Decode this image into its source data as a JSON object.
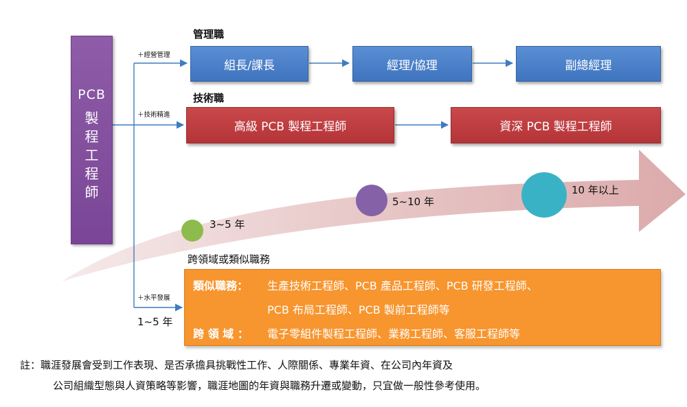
{
  "left_box": {
    "line1": "PCB",
    "line2": "製",
    "line3": "程",
    "line4": "工",
    "line5": "程",
    "line6": "師"
  },
  "management": {
    "section_title": "管理職",
    "branch_label": "＋經營管理",
    "steps": [
      "組長/課長",
      "經理/協理",
      "副總經理"
    ],
    "color": "#4a80c8"
  },
  "technical": {
    "section_title": "技術職",
    "branch_label": "＋技術精進",
    "steps": [
      "高級 PCB 製程工程師",
      "資深 PCB 製程工程師"
    ],
    "color": "#c0393c"
  },
  "experience": [
    {
      "label": "3~5 年",
      "color": "#8dbb4c"
    },
    {
      "label": "5~10 年",
      "color": "#8561a8"
    },
    {
      "label": "10 年以上",
      "color": "#3ab2c6"
    }
  ],
  "cross_domain": {
    "section_title": "跨領域或類似職務",
    "branch_label": "＋水平發展",
    "years": "1~5 年",
    "similar_label": "類似職務：",
    "similar_line1": "生產技術工程師、PCB 產品工程師、PCB 研發工程師、",
    "similar_line2": "PCB 布局工程師、PCB 製前工程師等",
    "cross_label": "跨 領 域 ：",
    "cross_line": "電子零組件製程工程師、業務工程師、客服工程師等",
    "color": "#f7952e"
  },
  "footnote": {
    "line1": "註：職涯發展會受到工作表現、是否承擔具挑戰性工作、人際關係、專業年資、在公司內年資及",
    "line2": "公司組織型態與人資策略等影響，職涯地圖的年資與職務升遷或變動，只宜做一般性參考使用。"
  }
}
